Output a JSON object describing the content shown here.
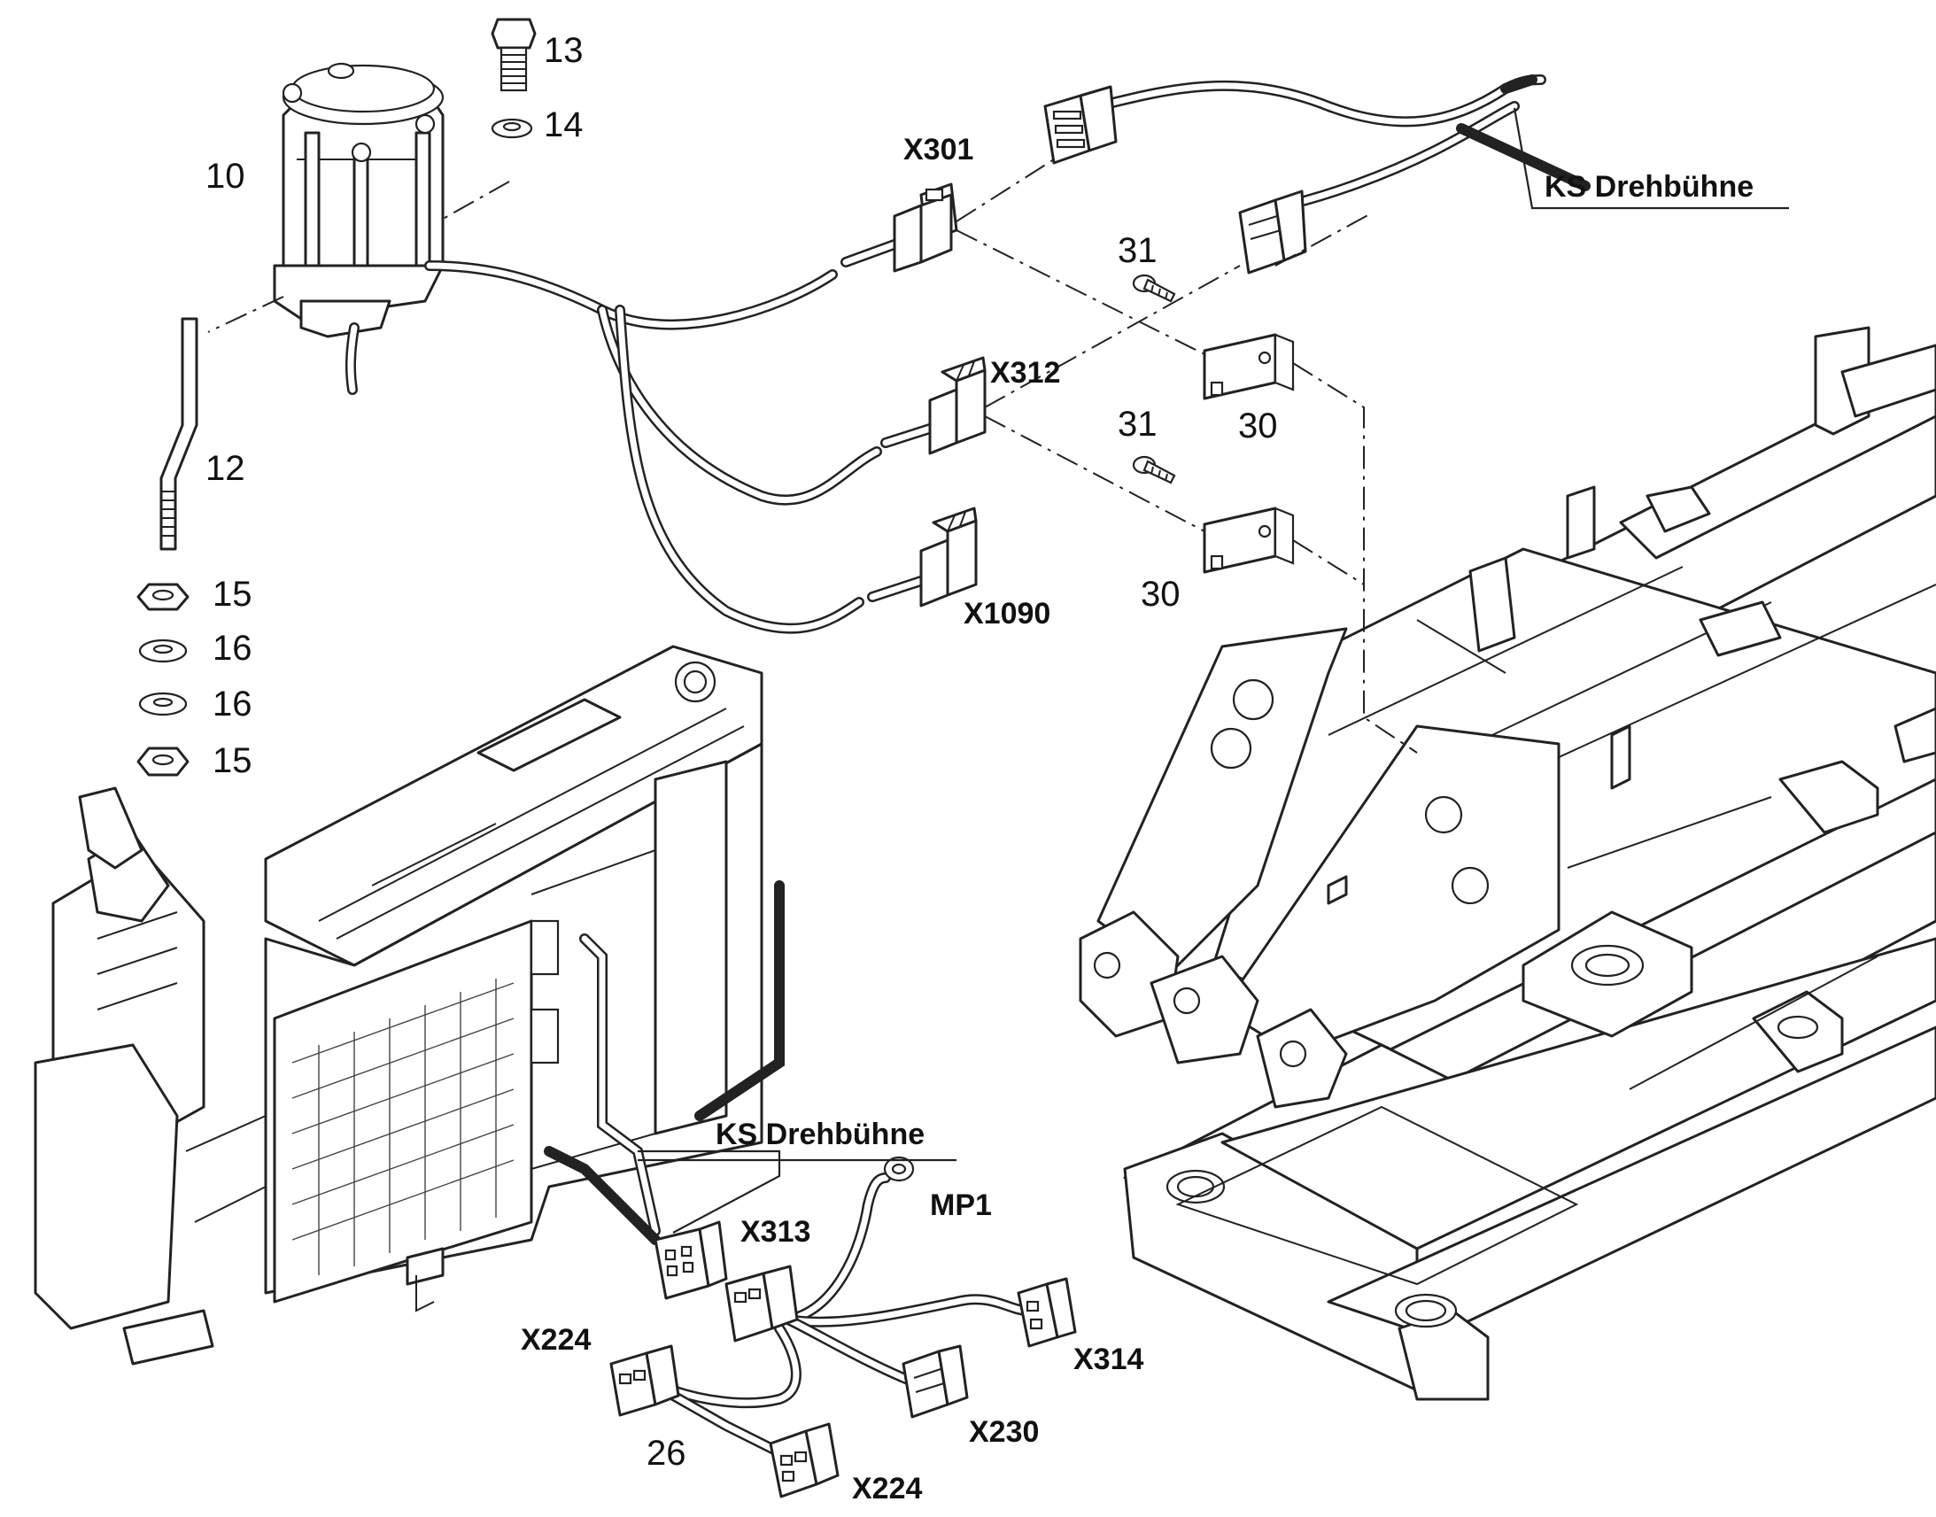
{
  "part_numbers": {
    "p10": "10",
    "p12": "12",
    "p13": "13",
    "p14": "14",
    "p15a": "15",
    "p16a": "16",
    "p16b": "16",
    "p15b": "15",
    "p31a": "31",
    "p31b": "31",
    "p30a": "30",
    "p30b": "30",
    "p26": "26"
  },
  "connector_labels": {
    "x301": "X301",
    "x312": "X312",
    "x1090": "X1090",
    "x313": "X313",
    "mp1": "MP1",
    "x314": "X314",
    "x224a": "X224",
    "x230": "X230",
    "x224b": "X224"
  },
  "harness_labels": {
    "ks_top": "KS Drehbühne",
    "ks_bottom": "KS Drehbühne"
  }
}
